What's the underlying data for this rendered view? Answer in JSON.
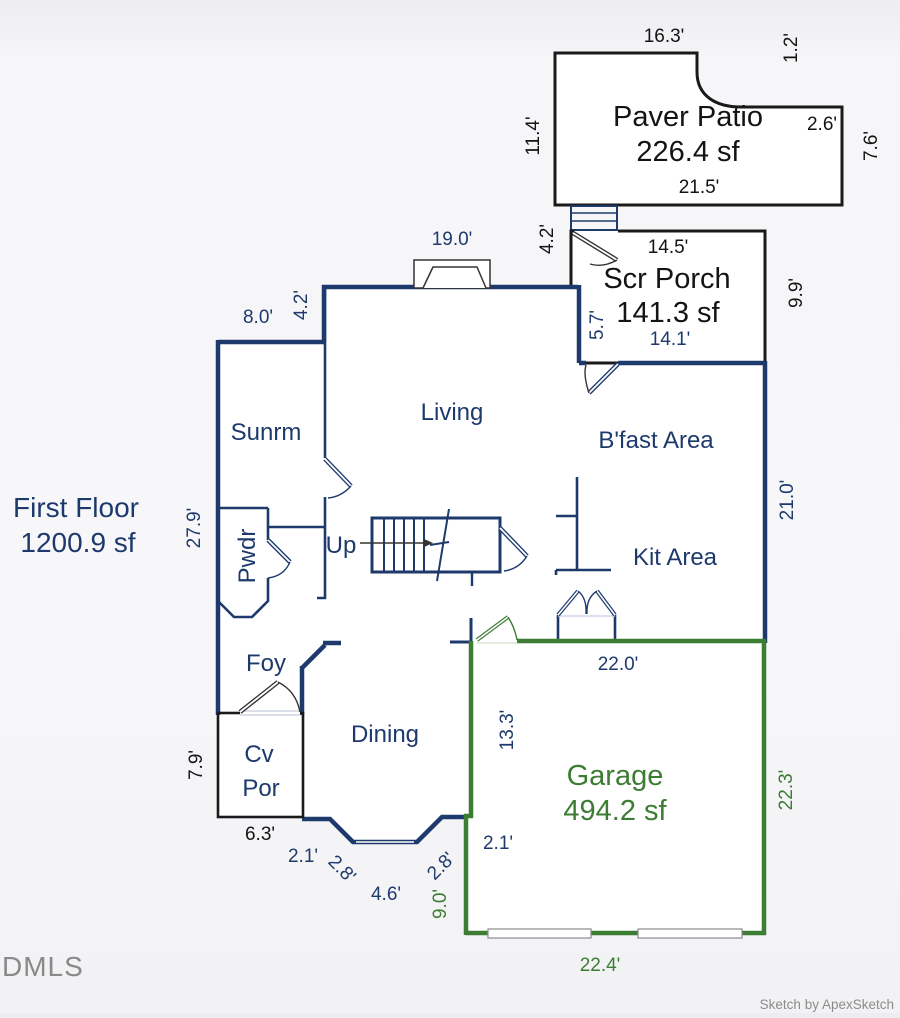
{
  "plan": {
    "first_floor": {
      "label": "First Floor",
      "sqft": "1200.9 sf"
    },
    "garage": {
      "label": "Garage",
      "sqft": "494.2 sf"
    },
    "screened_porch": {
      "label": "Scr Porch",
      "sqft": "141.3 sf"
    },
    "paver_patio": {
      "label": "Paver Patio",
      "sqft": "226.4 sf"
    }
  },
  "rooms": {
    "sunroom": "Sunrm",
    "living": "Living",
    "breakfast": "B'fast Area",
    "kitchen": "Kit Area",
    "powder": "Pwdr",
    "stairs_up": "Up",
    "foyer": "Foy",
    "dining": "Dining",
    "covered_porch_line1": "Cv",
    "covered_porch_line2": "Por"
  },
  "dims": {
    "patio_top": "16.3'",
    "patio_notch": "1.2'",
    "patio_left": "11.4'",
    "patio_step": "2.6'",
    "patio_right": "7.6'",
    "patio_bottom": "21.5'",
    "porch_top": "14.5'",
    "porch_left_upper": "4.2'",
    "porch_left_lower": "5.7'",
    "porch_right": "9.9'",
    "porch_bottom": "14.1'",
    "living_top": "19.0'",
    "living_jog": "4.2'",
    "sunroom_top": "8.0'",
    "house_left": "27.9'",
    "house_right": "21.0'",
    "cvpor_left": "7.9'",
    "cvpor_bottom": "6.3'",
    "bay_seg1": "2.1'",
    "bay_seg2": "2.8'",
    "bay_seg3": "4.6'",
    "bay_seg4": "2.8'",
    "bay_seg5": "2.1'",
    "garage_left_lower": "9.0'",
    "garage_top": "22.0'",
    "garage_left_upper": "13.3'",
    "garage_right": "22.3'",
    "garage_bottom": "22.4'"
  },
  "footer": {
    "watermark": "DMLS",
    "credit": "Sketch by ApexSketch"
  },
  "colors": {
    "wall_navy": "#1e3a6d",
    "garage_green": "#3c7d33",
    "outline_black": "#1a1a1a",
    "muted_gray": "#8c8c8c"
  }
}
